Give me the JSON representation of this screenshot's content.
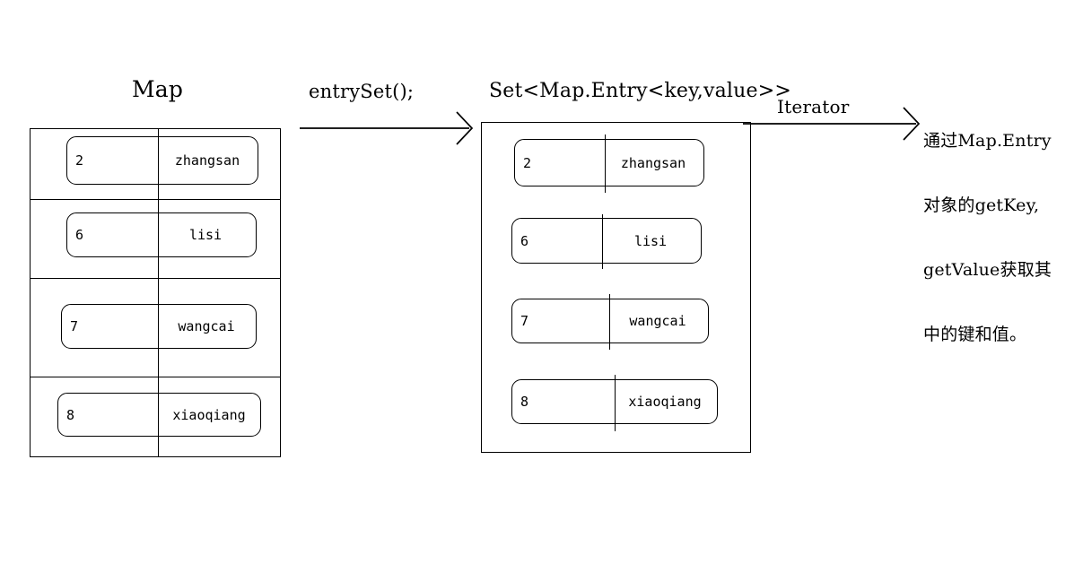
{
  "diagram": {
    "map_title": "Map",
    "entryset_label": "entrySet();",
    "set_label": "Set<Map.Entry<key,value>>",
    "iterator_label": "Iterator",
    "note_lines": [
      "通过Map.Entry",
      "对象的getKey,",
      "getValue获取其",
      "中的键和值。"
    ],
    "stroke_color": "#000000",
    "background_color": "#ffffff",
    "map_entries": [
      {
        "key": "2",
        "value": "zhangsan"
      },
      {
        "key": "6",
        "value": "lisi"
      },
      {
        "key": "7",
        "value": "wangcai"
      },
      {
        "key": "8",
        "value": "xiaoqiang"
      }
    ],
    "set_entries": [
      {
        "key": "2",
        "value": "zhangsan"
      },
      {
        "key": "6",
        "value": "lisi"
      },
      {
        "key": "7",
        "value": "wangcai"
      },
      {
        "key": "8",
        "value": "xiaoqiang"
      }
    ]
  }
}
